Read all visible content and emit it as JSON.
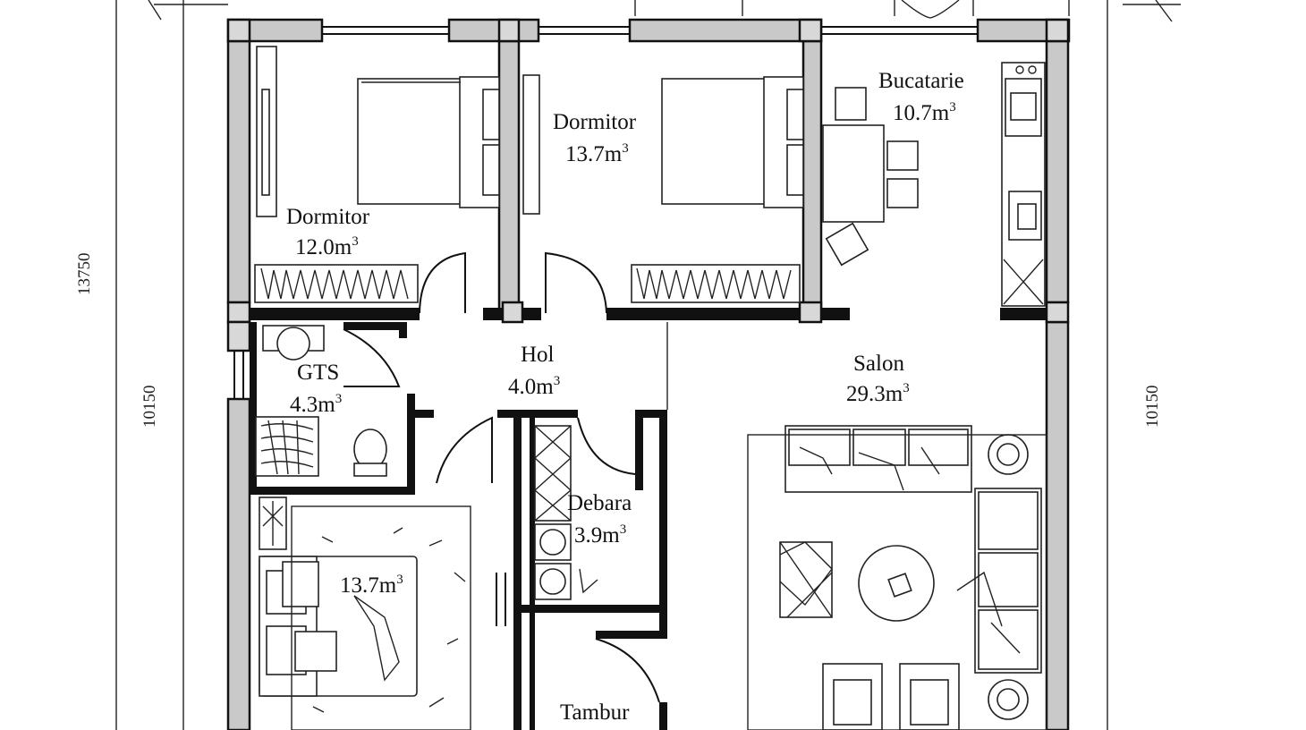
{
  "plan": {
    "dimensions": {
      "left_outer": "13750",
      "left_inner": "10150",
      "right_inner": "10150"
    },
    "rooms": [
      {
        "id": "dormitor-1",
        "name": "Dormitor",
        "area": "12.0m",
        "unit_sup": "3"
      },
      {
        "id": "dormitor-2",
        "name": "Dormitor",
        "area": "13.7m",
        "unit_sup": "3"
      },
      {
        "id": "bucatarie",
        "name": "Bucatarie",
        "area": "10.7m",
        "unit_sup": "3"
      },
      {
        "id": "hol",
        "name": "Hol",
        "area": "4.0m",
        "unit_sup": "3"
      },
      {
        "id": "gts",
        "name": "GTS",
        "area": "4.3m",
        "unit_sup": "3"
      },
      {
        "id": "salon",
        "name": "Salon",
        "area": "29.3m",
        "unit_sup": "3"
      },
      {
        "id": "debara",
        "name": "Debara",
        "area": "3.9m",
        "unit_sup": "3"
      },
      {
        "id": "dormitor-3",
        "name": "",
        "area": "13.7m",
        "unit_sup": "3"
      },
      {
        "id": "tambur",
        "name": "Tambur",
        "area": "",
        "unit_sup": ""
      }
    ]
  }
}
